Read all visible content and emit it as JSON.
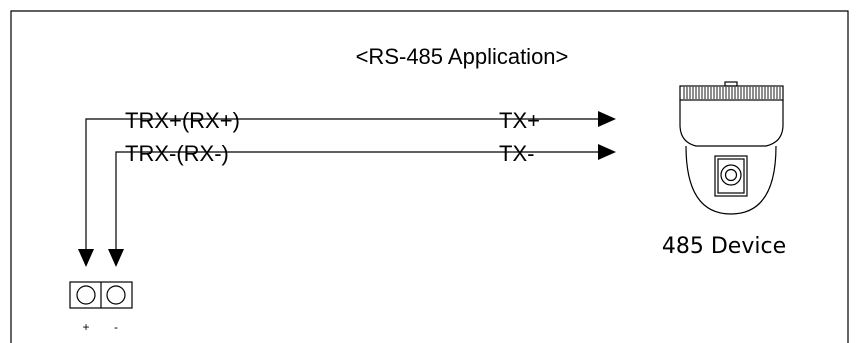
{
  "diagram": {
    "title": "<RS-485 Application>",
    "wires": [
      {
        "source_label": "TRX+(RX+)",
        "target_label": "TX+"
      },
      {
        "source_label": "TRX-(RX-)",
        "target_label": "TX-"
      }
    ],
    "device_label": "485 Device",
    "terminal": {
      "plus_label": "+",
      "minus_label": "-"
    }
  }
}
